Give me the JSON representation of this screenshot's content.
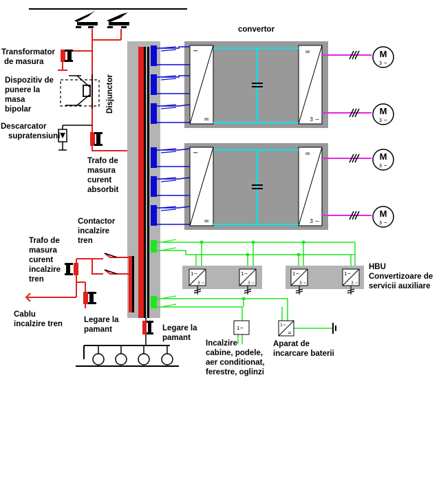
{
  "labels": {
    "transformator": [
      "Transformator",
      "de masura"
    ],
    "dispozitiv": [
      "Dispozitiv de",
      "punere la",
      "masa",
      "bipolar"
    ],
    "descarcator": [
      "Descarcator",
      "supratensiuni"
    ],
    "disjunctor": "Disjunctor",
    "trafo_absorbit": [
      "Trafo de",
      "masura",
      "curent",
      "absorbit"
    ],
    "contactor": [
      "Contactor",
      "incalzire",
      "tren"
    ],
    "trafo_incalzire": [
      "Trafo de",
      "masura",
      "curent",
      "incalzire",
      "tren"
    ],
    "cablu": [
      "Cablu",
      "incalzire tren"
    ],
    "legare1": [
      "Legare la",
      "pamant"
    ],
    "legare2": [
      "Legare la",
      "pamant"
    ],
    "convertor": "convertor",
    "hbu": [
      "HBU",
      "Convertizoare de",
      "servicii auxiliare"
    ],
    "incalzire": [
      "Incalzire",
      "cabine, podele,",
      "aer conditionat,",
      "ferestre, oglinzi"
    ],
    "aparat": [
      "Aparat de",
      "incarcare baterii"
    ]
  },
  "symbols": {
    "motor": "M",
    "three_phase": "3 ~",
    "ac": "~",
    "dc": "=",
    "single_phase": "1~"
  },
  "colors": {
    "power": "#e0201c",
    "bus": "#b4b4b4",
    "converter_box": "#999999",
    "blue": "#0a0ad2",
    "cyan": "#00e6ee",
    "magenta": "#e623e6",
    "green": "#1ee61e",
    "black": "#000000"
  }
}
